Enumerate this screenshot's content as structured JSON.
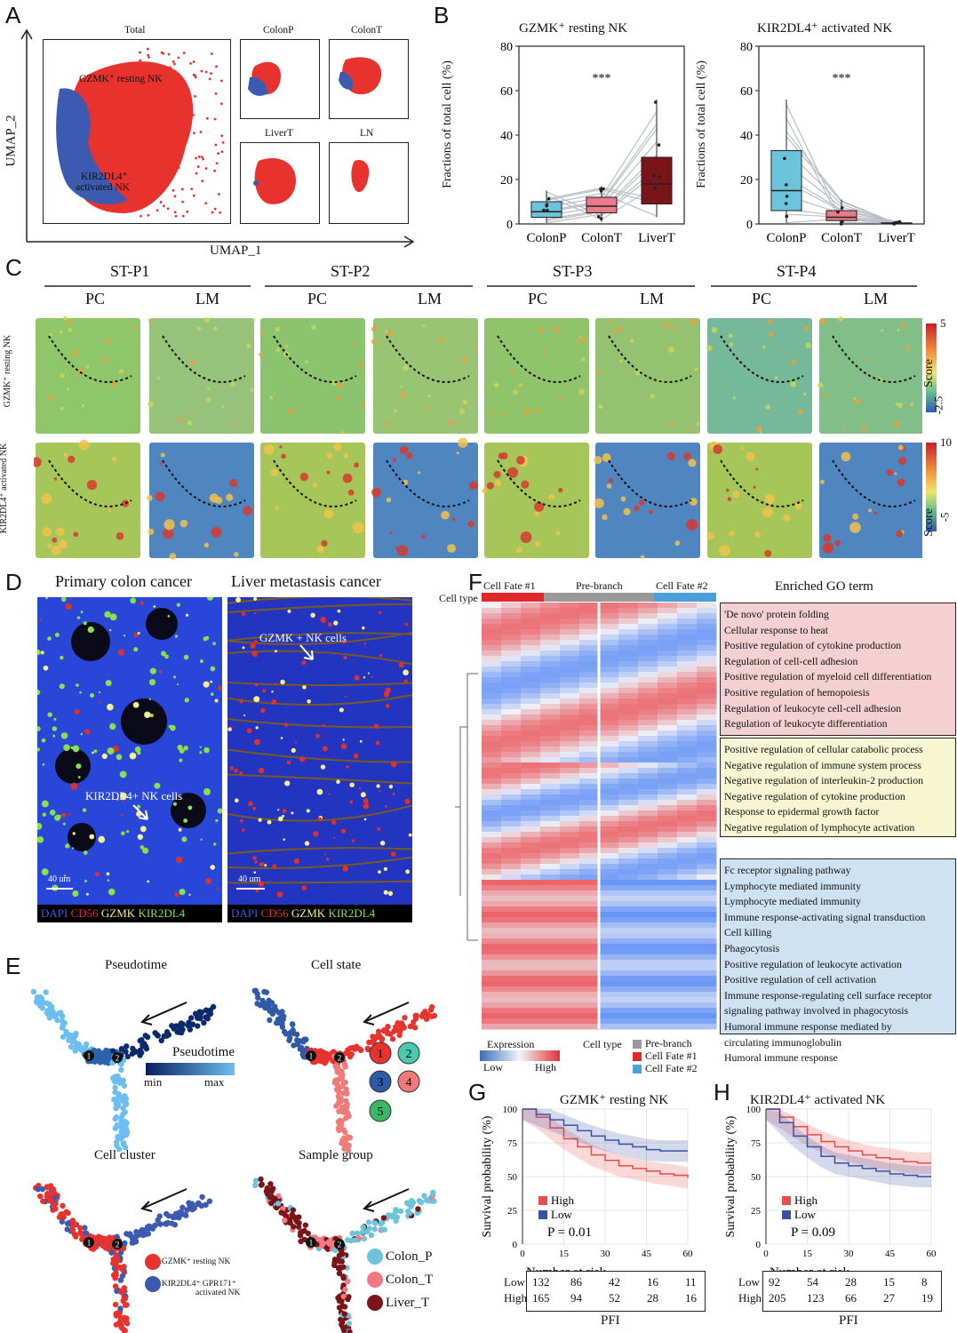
{
  "panels": {
    "A": "A",
    "B": "B",
    "C": "C",
    "D": "D",
    "E": "E",
    "F": "F",
    "G": "G",
    "H": "H"
  },
  "A": {
    "main_title": "Total",
    "sub_titles": [
      "ColonP",
      "ColonT",
      "LiverT",
      "LN"
    ],
    "label_gzmk": "GZMK⁺ resting NK",
    "label_kir_1": "KIR2DL4⁺",
    "label_kir_2": "activated NK",
    "xlabel": "UMAP_1",
    "ylabel": "UMAP_2",
    "colors": {
      "red": "#e8322e",
      "blue": "#3b5ab0"
    }
  },
  "B": {
    "plot1_title": "GZMK⁺ resting NK",
    "plot2_title": "KIR2DL4⁺ activated NK",
    "ylabel": "Fractions of total cell (%)",
    "significance": "***",
    "colors": {
      "ColonP": "#6cc4dc",
      "ColonT": "#e87a8a",
      "LiverT": "#7a1418"
    }
  },
  "chart_data": [
    {
      "type": "box",
      "title": "GZMK⁺ resting NK",
      "categories": [
        "ColonP",
        "ColonT",
        "LiverT"
      ],
      "ylabel": "Fractions of total cell (%)",
      "ylim": [
        0,
        80
      ],
      "yticks": [
        0,
        20,
        40,
        60,
        80
      ],
      "annotation": "***",
      "series": [
        {
          "values": [
            {
              "q1": 3,
              "median": 5.5,
              "q3": 10,
              "min": 0.5,
              "max": 15
            },
            {
              "q1": 5,
              "median": 8,
              "q3": 12,
              "min": 1,
              "max": 17
            },
            {
              "q1": 9,
              "median": 18,
              "q3": 30,
              "min": 3,
              "max": 56
            }
          ]
        }
      ]
    },
    {
      "type": "box",
      "title": "KIR2DL4⁺ activated NK",
      "categories": [
        "ColonP",
        "ColonT",
        "LiverT"
      ],
      "ylabel": "Fractions of total cell (%)",
      "ylim": [
        0,
        80
      ],
      "yticks": [
        0,
        20,
        40,
        60,
        80
      ],
      "annotation": "***",
      "series": [
        {
          "values": [
            {
              "q1": 6,
              "median": 15,
              "q3": 33,
              "min": 0.5,
              "max": 56
            },
            {
              "q1": 1.5,
              "median": 3,
              "q3": 6,
              "min": 0,
              "max": 11
            },
            {
              "q1": 0,
              "median": 0.2,
              "q3": 0.5,
              "min": 0,
              "max": 1
            }
          ]
        }
      ]
    },
    {
      "type": "line",
      "title": "GZMK⁺ resting NK",
      "xlabel": "PFI",
      "ylabel": "Survival probability (%)",
      "xticks": [
        0,
        15,
        30,
        45,
        60
      ],
      "yticks": [
        0,
        25,
        50,
        75,
        100
      ],
      "pvalue": "P = 0.01",
      "series": [
        {
          "name": "High",
          "color": "#e84c4c",
          "x": [
            0,
            5,
            10,
            15,
            20,
            25,
            30,
            35,
            40,
            45,
            50,
            55,
            60
          ],
          "y": [
            100,
            94,
            86,
            78,
            72,
            66,
            62,
            58,
            56,
            54,
            52,
            51,
            49
          ]
        },
        {
          "name": "Low",
          "color": "#3953a4",
          "x": [
            0,
            5,
            10,
            15,
            20,
            25,
            30,
            35,
            40,
            45,
            50,
            55,
            60
          ],
          "y": [
            100,
            96,
            92,
            88,
            84,
            80,
            77,
            74,
            72,
            70,
            69,
            69,
            69
          ]
        }
      ],
      "risk_table": {
        "title": "Number at risk",
        "rows": [
          {
            "label": "Low",
            "values": [
              "132",
              "86",
              "42",
              "16",
              "11"
            ]
          },
          {
            "label": "High",
            "values": [
              "165",
              "94",
              "52",
              "28",
              "16"
            ]
          }
        ]
      }
    },
    {
      "type": "line",
      "title": "KIR2DL4⁺ activated NK",
      "xlabel": "PFI",
      "ylabel": "Survival probability (%)",
      "xticks": [
        0,
        15,
        30,
        45,
        60
      ],
      "yticks": [
        0,
        25,
        50,
        75,
        100
      ],
      "pvalue": "P = 0.09",
      "series": [
        {
          "name": "High",
          "color": "#e84c4c",
          "x": [
            0,
            5,
            10,
            15,
            20,
            25,
            30,
            35,
            40,
            45,
            50,
            55,
            60
          ],
          "y": [
            100,
            94,
            87,
            81,
            76,
            72,
            69,
            66,
            64,
            63,
            61,
            60,
            60
          ]
        },
        {
          "name": "Low",
          "color": "#3953a4",
          "x": [
            0,
            5,
            10,
            15,
            20,
            25,
            30,
            35,
            40,
            45,
            50,
            55,
            60
          ],
          "y": [
            100,
            90,
            80,
            72,
            65,
            60,
            58,
            56,
            54,
            52,
            51,
            50,
            50
          ]
        }
      ],
      "risk_table": {
        "title": "Number at risk",
        "rows": [
          {
            "label": "Low",
            "values": [
              "92",
              "54",
              "28",
              "15",
              "8"
            ]
          },
          {
            "label": "High",
            "values": [
              "205",
              "123",
              "66",
              "27",
              "19"
            ]
          }
        ]
      }
    }
  ],
  "C": {
    "patients": [
      "ST-P1",
      "ST-P2",
      "ST-P3",
      "ST-P4"
    ],
    "tissues": [
      "PC",
      "LM"
    ],
    "row_labels": [
      "GZMK⁺ resting NK",
      "KIR2DL4⁺ activated NK"
    ],
    "score_label": "Score",
    "scale1": {
      "max": "5",
      "min": "-2.5"
    },
    "scale2": {
      "max": "10",
      "min": "-5"
    }
  },
  "D": {
    "title1": "Primary colon cancer",
    "title2": "Liver metastasis cancer",
    "annot1": "KIR2DL4+ NK cells",
    "annot2": "GZMK + NK cells",
    "scalebar": "40 um",
    "legend": [
      {
        "text": "DAPI",
        "color": "#3b5bdc"
      },
      {
        "text": "CD56",
        "color": "#e0302a"
      },
      {
        "text": "GZMK",
        "color": "#f4f090"
      },
      {
        "text": "KIR2DL4",
        "color": "#88e04a"
      }
    ]
  },
  "E": {
    "titles": [
      "Pseudotime",
      "Cell state",
      "Cell cluster",
      "Sample group"
    ],
    "pseudotime_label": "Pseudotime",
    "pt_min": "min",
    "pt_max": "max",
    "states": [
      "1",
      "2",
      "3",
      "4",
      "5"
    ],
    "state_colors": [
      "#e8322e",
      "#4cc7b0",
      "#2e5aa8",
      "#ef7a7a",
      "#3ab868"
    ],
    "cluster_legend": [
      {
        "text": "GZMK⁺ resting NK",
        "color": "#e8322e"
      },
      {
        "text": "KIR2DL4⁺ GPR171⁺",
        "text2": "activated NK",
        "color": "#3b5ab0"
      }
    ],
    "sample_legend": [
      {
        "text": "Colon_P",
        "color": "#6cc4dc"
      },
      {
        "text": "Colon_T",
        "color": "#f07a84"
      },
      {
        "text": "Liver_T",
        "color": "#7a1418"
      }
    ],
    "branch_nodes": [
      "1",
      "2"
    ]
  },
  "F": {
    "header_cell_type": "Cell type",
    "fate1": "Cell Fate #1",
    "prebranch": "Pre-branch",
    "fate2": "Cell Fate #2",
    "go_title": "Enriched GO term",
    "go_groups": [
      {
        "color": "#f4d0d2",
        "terms": [
          "'De novo' protein folding",
          "Cellular response to heat",
          "Positive regulation of cytokine production",
          "Regulation of cell-cell adhesion",
          "Positive regulation of myeloid cell differentiation",
          "Positive regulation of hemopoiesis",
          "Regulation of leukocyte cell-cell adhesion",
          "Regulation of leukocyte differentiation"
        ]
      },
      {
        "color": "#f6f7d2",
        "terms": [
          "Positive regulation of cellular catabolic process",
          "Negative regulation of immune system process",
          "Negative regulation of interleukin-2 production",
          "Negative regulation of cytokine production",
          "Response to epidermal growth factor",
          "Negative regulation of lymphocyte activation"
        ]
      },
      {
        "color": "#cfe2f3",
        "terms": [
          "Fc receptor signaling pathway",
          "Lymphocyte mediated immunity",
          "Lymphocyte mediated immunity",
          "Immune response-activating signal transduction",
          "Cell killing",
          "Phagocytosis",
          "Positive regulation of leukocyte activation",
          "Positive regulation of cell activation",
          "Immune response-regulating cell surface receptor",
          "signaling pathway involved in phagocytosis",
          "Humoral immune response mediated by",
          "circulating immunoglobulin",
          "Humoral immune response"
        ]
      }
    ],
    "legend_expression": "Expression",
    "legend_low": "Low",
    "legend_high": "High",
    "legend_celltype": "Cell type",
    "legend_items": [
      {
        "text": "Pre-branch",
        "color": "#999999"
      },
      {
        "text": "Cell Fate #1",
        "color": "#e0282c"
      },
      {
        "text": "Cell Fate #2",
        "color": "#4aa0d8"
      }
    ]
  },
  "G": {
    "title": "GZMK⁺ resting NK",
    "legend_high": "High",
    "legend_low": "Low"
  },
  "H": {
    "title": "KIR2DL4⁺ activated NK",
    "legend_high": "High",
    "legend_low": "Low"
  }
}
